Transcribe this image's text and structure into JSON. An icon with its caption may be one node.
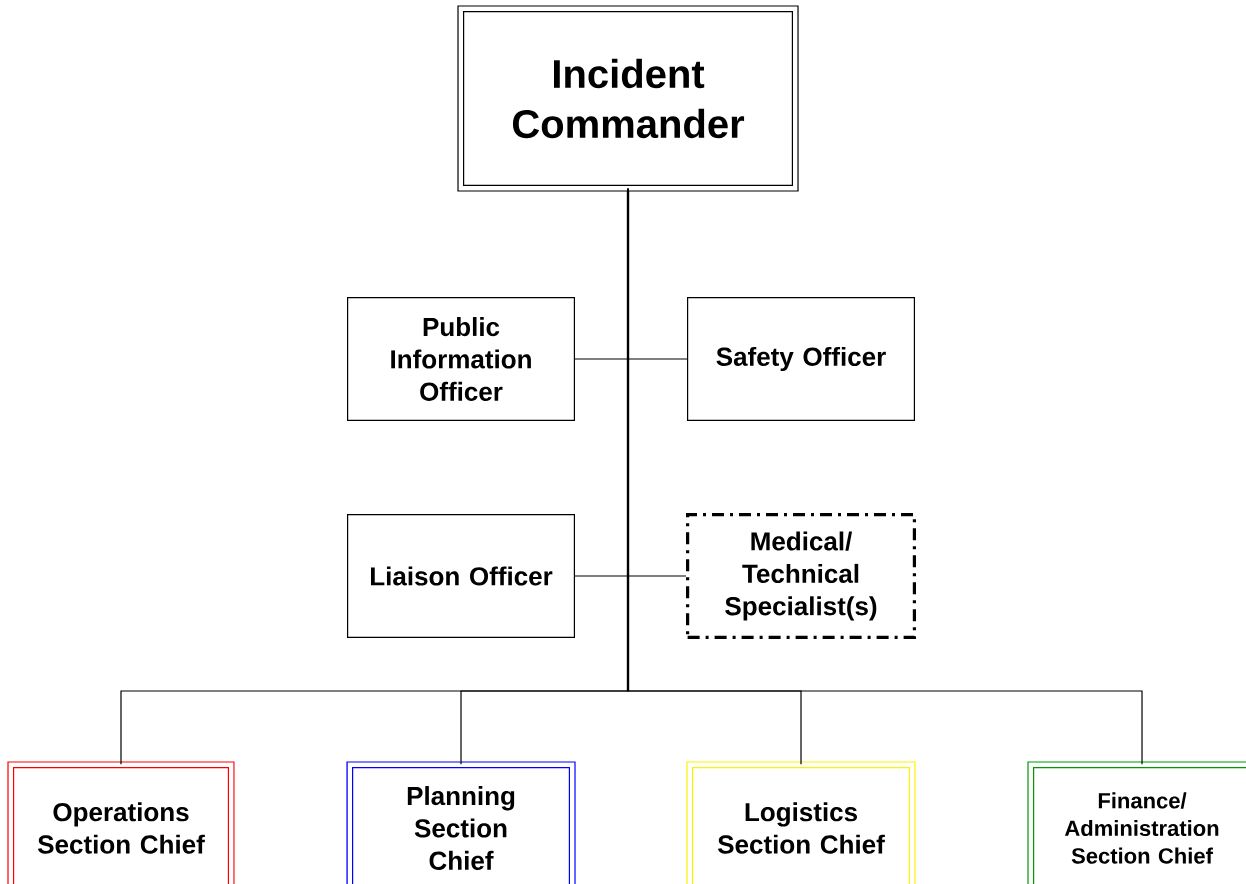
{
  "diagram": {
    "nodes": [
      {
        "text": [
          "Incident Commander"
        ]
      },
      {
        "text": [
          "Public Information Officer"
        ]
      },
      {
        "text": [
          "Safety Officer"
        ]
      },
      {
        "text": [
          "Liaison Officer"
        ]
      },
      {
        "text": [
          "Medical/ Technical Specialist(s)"
        ]
      },
      {
        "text": [
          "Operations Section Chief"
        ]
      },
      {
        "text": [
          "Planning Section Chief"
        ]
      },
      {
        "text": [
          "Logistics Section Chief"
        ]
      },
      {
        "text": [
          "Finance/ Administration Section Chief"
        ]
      }
    ],
    "edges": [
      {
        "from": 0,
        "to": 1,
        "arrow": "none"
      },
      {
        "from": 0,
        "to": 2,
        "arrow": "none"
      },
      {
        "from": 0,
        "to": 3,
        "arrow": "none"
      },
      {
        "from": 0,
        "to": 4,
        "arrow": "none"
      },
      {
        "from": 0,
        "to": 5,
        "arrow": "none"
      },
      {
        "from": 0,
        "to": 6,
        "arrow": "none"
      },
      {
        "from": 0,
        "to": 7,
        "arrow": "none"
      },
      {
        "from": 0,
        "to": 8,
        "arrow": "none"
      }
    ]
  }
}
